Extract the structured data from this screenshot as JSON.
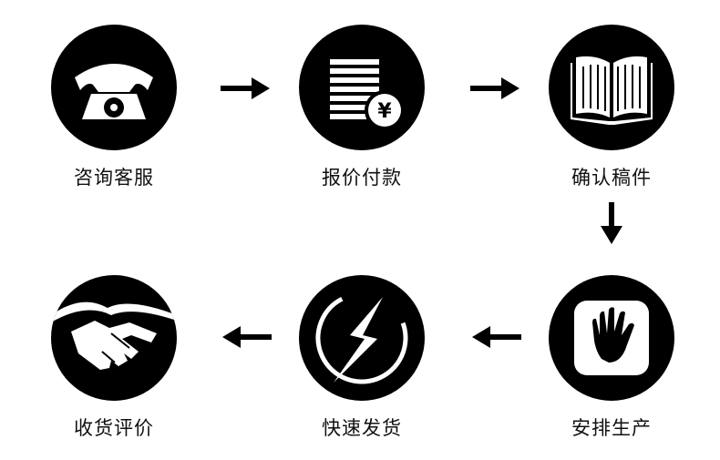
{
  "steps": [
    {
      "label": "咨询客服",
      "icon": "telephone-icon"
    },
    {
      "label": "报价付款",
      "icon": "price-payment-icon"
    },
    {
      "label": "确认稿件",
      "icon": "open-book-icon"
    },
    {
      "label": "安排生产",
      "icon": "hand-icon"
    },
    {
      "label": "快速发货",
      "icon": "lightning-icon"
    },
    {
      "label": "收货评价",
      "icon": "handshake-icon"
    }
  ],
  "currency_symbol": "¥",
  "colors": {
    "icon_bg": "#000000",
    "icon_fg": "#ffffff",
    "text": "#111111"
  }
}
